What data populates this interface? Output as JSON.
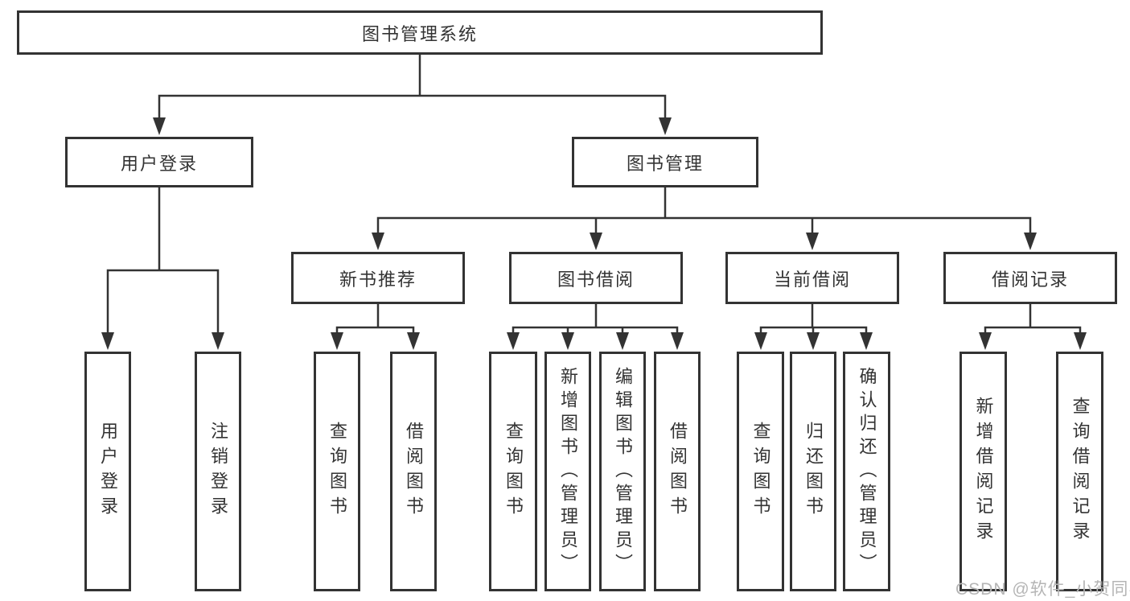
{
  "diagram_type": "hierarchy-tree",
  "colors": {
    "background": "#ffffff",
    "box_border": "#333333",
    "line": "#333333",
    "text": "#333333",
    "watermark": "#b5b5b5"
  },
  "tree": {
    "root": {
      "label": "图书管理系统",
      "children": [
        {
          "label": "用户登录",
          "children": [
            {
              "label": "用户登录"
            },
            {
              "label": "注销登录"
            }
          ]
        },
        {
          "label": "图书管理",
          "children": [
            {
              "label": "新书推荐",
              "children": [
                {
                  "label": "查询图书"
                },
                {
                  "label": "借阅图书"
                }
              ]
            },
            {
              "label": "图书借阅",
              "children": [
                {
                  "label": "查询图书"
                },
                {
                  "label": "新增图书（管理员）"
                },
                {
                  "label": "编辑图书（管理员）"
                },
                {
                  "label": "借阅图书"
                }
              ]
            },
            {
              "label": "当前借阅",
              "children": [
                {
                  "label": "查询图书"
                },
                {
                  "label": "归还图书"
                },
                {
                  "label": "确认归还（管理员）"
                }
              ]
            },
            {
              "label": "借阅记录",
              "children": [
                {
                  "label": "新增借阅记录"
                },
                {
                  "label": "查询借阅记录"
                }
              ]
            }
          ]
        }
      ]
    }
  },
  "watermark": {
    "text": "CSDN @软件_小贺同学"
  }
}
